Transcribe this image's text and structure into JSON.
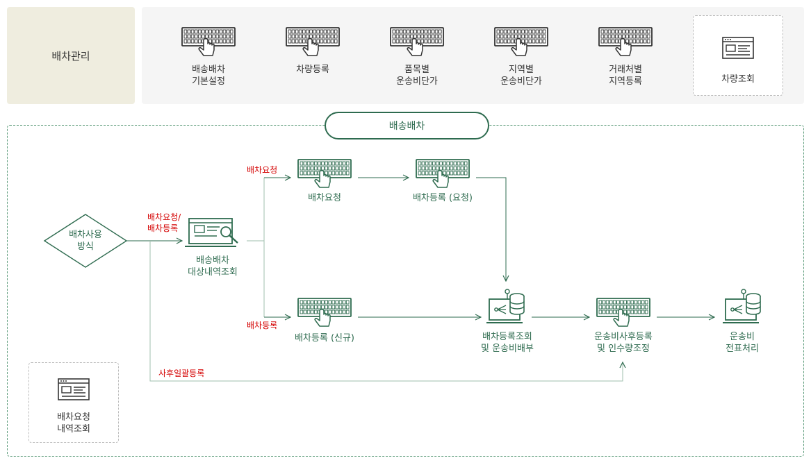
{
  "header": {
    "category_label": "배차관리",
    "menu": [
      {
        "label": "배송배차\n기본설정",
        "icon": "keyboard-touch-icon"
      },
      {
        "label": "차량등록",
        "icon": "keyboard-touch-icon"
      },
      {
        "label": "품목별\n운송비단가",
        "icon": "keyboard-touch-icon"
      },
      {
        "label": "지역별\n운송비단가",
        "icon": "keyboard-touch-icon"
      },
      {
        "label": "거래처별\n지역등록",
        "icon": "keyboard-touch-icon"
      }
    ],
    "view_item": {
      "label": "차량조회",
      "icon": "window-list-icon"
    }
  },
  "flow": {
    "title": "배송배차",
    "decision": "배차사용\n방식",
    "nodes": {
      "lookup": "배송배차\n대상내역조회",
      "request": "배차요청",
      "register_request": "배차등록 (요청)",
      "register_new": "배차등록 (신규)",
      "inquiry_alloc": "배차등록조회\n및 운송비배부",
      "post_register": "운송비사후등록\n및 인수량조정",
      "voucher": "운송비\n전표처리"
    },
    "edge_labels": {
      "req_or_reg": "배차요청/\n배차등록",
      "to_request": "배차요청",
      "to_new": "배차등록",
      "bulk": "사후일괄등록"
    },
    "side_box": "배차요청\n내역조회"
  },
  "colors": {
    "accent": "#2e6b4f",
    "line": "#7aa890",
    "red": "#d40000",
    "beige": "#efeddf"
  }
}
